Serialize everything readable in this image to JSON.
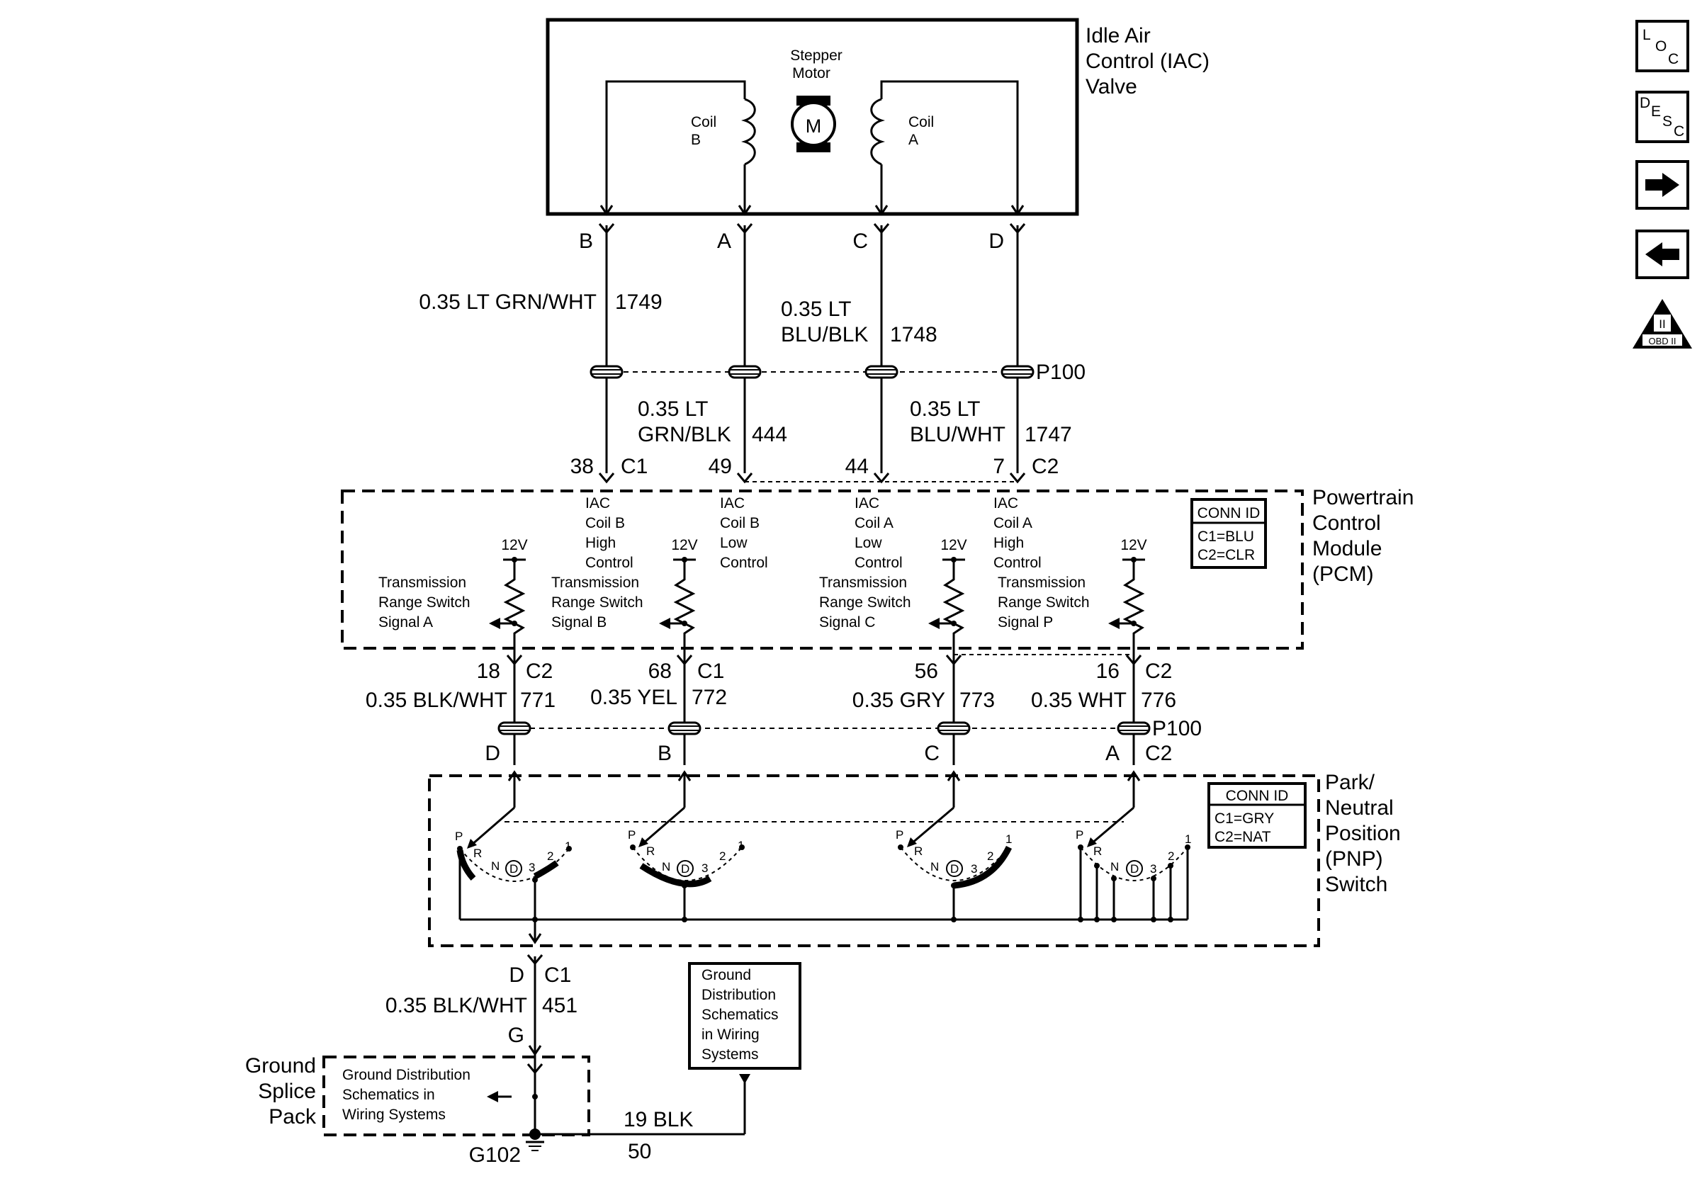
{
  "iac": {
    "title": [
      "Idle Air",
      "Control (IAC)",
      "Valve"
    ],
    "stepper": [
      "Stepper",
      "Motor"
    ],
    "motor_glyph": "M",
    "coil_b": [
      "Coil",
      "B"
    ],
    "coil_a": [
      "Coil",
      "A"
    ],
    "pins": [
      "B",
      "A",
      "C",
      "D"
    ]
  },
  "upper_wires": {
    "w1": {
      "gauge_color": "0.35 LT GRN/WHT",
      "circuit": "1749"
    },
    "w3_line1": "0.35 LT",
    "w3_line2": "BLU/BLK",
    "w3_circuit": "1748",
    "w2_line1": "0.35 LT",
    "w2_line2": "GRN/BLK",
    "w2_circuit": "444",
    "w4_line1": "0.35 LT",
    "w4_line2": "BLU/WHT",
    "w4_circuit": "1747",
    "connector": "P100"
  },
  "pcm_top_pins": [
    {
      "pin": "38",
      "conn": "C1"
    },
    {
      "pin": "49",
      "conn": ""
    },
    {
      "pin": "44",
      "conn": ""
    },
    {
      "pin": "7",
      "conn": "C2"
    }
  ],
  "pcm": {
    "title": [
      "Powertrain",
      "Control",
      "Module",
      "(PCM)"
    ],
    "conn_id": {
      "header": "CONN ID",
      "c1": "C1=BLU",
      "c2": "C2=CLR"
    },
    "iac_labels": [
      [
        "IAC",
        "Coil B",
        "High",
        "Control"
      ],
      [
        "IAC",
        "Coil B",
        "Low",
        "Control"
      ],
      [
        "IAC",
        "Coil A",
        "Low",
        "Control"
      ],
      [
        "IAC",
        "Coil A",
        "High",
        "Control"
      ]
    ],
    "voltage": "12V",
    "trs_labels": [
      [
        "Transmission",
        "Range Switch",
        "Signal A"
      ],
      [
        "Transmission",
        "Range Switch",
        "Signal B"
      ],
      [
        "Transmission",
        "Range Switch",
        "Signal C"
      ],
      [
        "Transmission",
        "Range Switch",
        "Signal P"
      ]
    ]
  },
  "pcm_bottom_pins": [
    {
      "pin": "18",
      "conn": "C2"
    },
    {
      "pin": "68",
      "conn": "C1"
    },
    {
      "pin": "56",
      "conn": ""
    },
    {
      "pin": "16",
      "conn": "C2"
    }
  ],
  "lower_wires": [
    {
      "gauge_color": "0.35 BLK/WHT",
      "circuit": "771"
    },
    {
      "gauge_color": "0.35 YEL",
      "circuit": "772"
    },
    {
      "gauge_color": "0.35 GRY",
      "circuit": "773"
    },
    {
      "gauge_color": "0.35 WHT",
      "circuit": "776"
    }
  ],
  "lower_connector": "P100",
  "pnp_pins": [
    "D",
    "B",
    "C",
    "A"
  ],
  "pnp_pin_conn": "C2",
  "pnp": {
    "title": [
      "Park/",
      "Neutral",
      "Position",
      "(PNP)",
      "Switch"
    ],
    "conn_id": {
      "header": "CONN ID",
      "c1": "C1=GRY",
      "c2": "C2=NAT"
    },
    "positions": [
      "P",
      "R",
      "N",
      "D",
      "3",
      "2",
      "1"
    ]
  },
  "ground": {
    "pin_top": "D",
    "pin_top_conn": "C1",
    "wire": {
      "gauge_color": "0.35 BLK/WHT",
      "circuit": "451"
    },
    "pin_bottom": "G",
    "splice_title": [
      "Ground",
      "Splice",
      "Pack"
    ],
    "splice_note": [
      "Ground Distribution",
      "Schematics in",
      "Wiring Systems"
    ],
    "ref_box": [
      "Ground",
      "Distribution",
      "Schematics",
      "in Wiring",
      "Systems"
    ],
    "ground_name": "G102",
    "blk_wire": {
      "gauge_color": "19 BLK",
      "circuit": "50"
    }
  },
  "nav": {
    "loc": [
      "L",
      "O",
      "C"
    ],
    "desc": [
      "D",
      "E",
      "S",
      "C"
    ],
    "obd": {
      "numeral": "II",
      "label": "OBD II"
    }
  }
}
